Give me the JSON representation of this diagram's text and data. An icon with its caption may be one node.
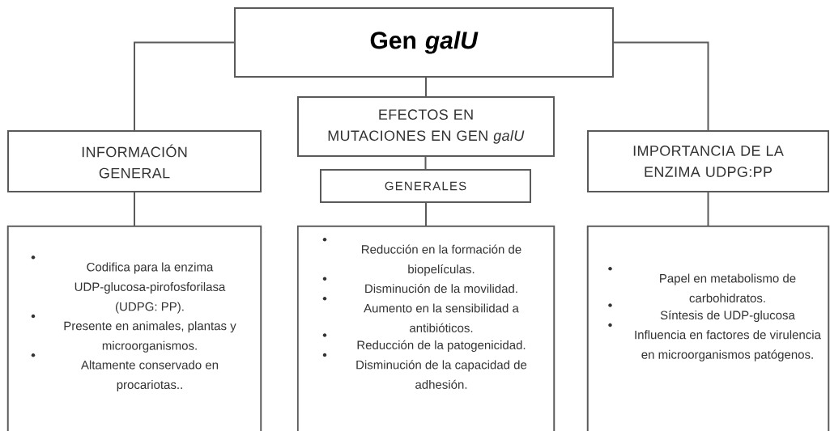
{
  "diagram": {
    "nodes": [
      {
        "text": [
          "Gen *galU*"
        ]
      },
      {
        "text": [
          "INFORMACIÓN GENERAL"
        ]
      },
      {
        "text": [
          "EFECTOS EN MUTACIONES EN GEN *galU*"
        ]
      },
      {
        "text": [
          "GENERALES"
        ]
      },
      {
        "text": [
          "IMPORTANCIA DE LA ENZIMA UDPG:PP"
        ]
      },
      {
        "text": [
          "Codifica para la enzima UDP-glucosa-pirofosforilasa (UDPG: PP).",
          "Presente en animales, plantas y microorganismos.",
          "Altamente conservado en procariotas.."
        ]
      },
      {
        "text": [
          "Reducción en la formación de biopelículas.",
          "Disminución de la movilidad.",
          "Aumento en la sensibilidad a antibióticos.",
          "Reducción de la patogenicidad.",
          "Disminución de la capacidad de adhesión."
        ]
      },
      {
        "text": [
          "Papel en metabolismo de carbohidratos.",
          "Síntesis de UDP-glucosa",
          "Influencia en factores de virulencia en microorganismos patógenos."
        ]
      }
    ],
    "edges": [
      {
        "from": 0,
        "to": 1,
        "arrow": "none"
      },
      {
        "from": 0,
        "to": 2,
        "arrow": "none"
      },
      {
        "from": 0,
        "to": 4,
        "arrow": "none"
      },
      {
        "from": 1,
        "to": 5,
        "arrow": "none"
      },
      {
        "from": 2,
        "to": 3,
        "arrow": "none"
      },
      {
        "from": 3,
        "to": 6,
        "arrow": "none"
      },
      {
        "from": 4,
        "to": 7,
        "arrow": "none"
      }
    ]
  }
}
